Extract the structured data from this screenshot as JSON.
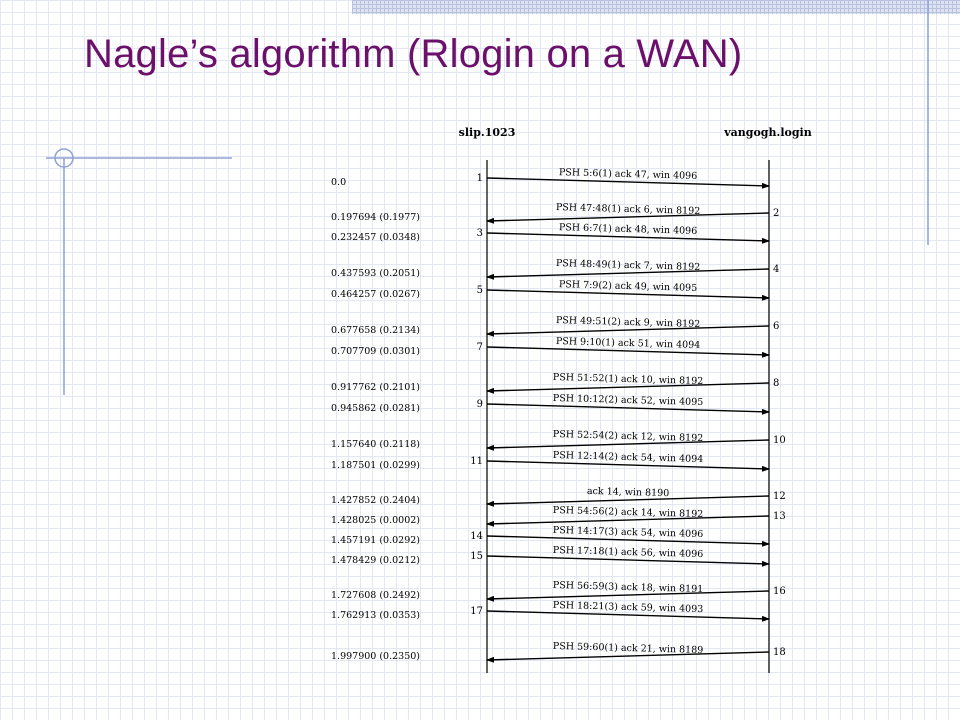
{
  "slide": {
    "title": "Nagle’s algorithm (Rlogin on a WAN)"
  },
  "colors": {
    "title": "#6b106b",
    "accent_lines": "#8fa1d2",
    "background_grid": "#e3e7f3"
  },
  "diagram": {
    "left_host": "slip.1023",
    "right_host": "vangogh.login",
    "segments": [
      {
        "num": "1",
        "time": "0.0",
        "dir": "right",
        "label": "PSH  5:6(1) ack 47, win 4096"
      },
      {
        "num": "2",
        "time": "0.197694 (0.1977)",
        "dir": "left",
        "label": "PSH  47:48(1) ack 6, win 8192"
      },
      {
        "num": "3",
        "time": "0.232457 (0.0348)",
        "dir": "right",
        "label": "PSH  6:7(1) ack 48, win 4096"
      },
      {
        "num": "4",
        "time": "0.437593 (0.2051)",
        "dir": "left",
        "label": "PSH  48:49(1) ack 7, win 8192"
      },
      {
        "num": "5",
        "time": "0.464257 (0.0267)",
        "dir": "right",
        "label": "PSH  7:9(2) ack 49, win 4095"
      },
      {
        "num": "6",
        "time": "0.677658 (0.2134)",
        "dir": "left",
        "label": "PSH  49:51(2) ack 9, win 8192"
      },
      {
        "num": "7",
        "time": "0.707709 (0.0301)",
        "dir": "right",
        "label": "PSH  9:10(1) ack 51, win 4094"
      },
      {
        "num": "8",
        "time": "0.917762 (0.2101)",
        "dir": "left",
        "label": "PSH  51:52(1) ack 10, win 8192"
      },
      {
        "num": "9",
        "time": "0.945862 (0.0281)",
        "dir": "right",
        "label": "PSH  10:12(2) ack 52, win 4095"
      },
      {
        "num": "10",
        "time": "1.157640 (0.2118)",
        "dir": "left",
        "label": "PSH  52:54(2) ack 12, win 8192"
      },
      {
        "num": "11",
        "time": "1.187501 (0.0299)",
        "dir": "right",
        "label": "PSH  12:14(2) ack 54, win 4094"
      },
      {
        "num": "12",
        "time": "1.427852 (0.2404)",
        "dir": "left",
        "label": "ack 14, win 8190"
      },
      {
        "num": "13",
        "time": "1.428025 (0.0002)",
        "dir": "left",
        "label": "PSH  54:56(2) ack 14, win 8192"
      },
      {
        "num": "14",
        "time": "1.457191 (0.0292)",
        "dir": "right",
        "label": "PSH  14:17(3) ack 54, win 4096"
      },
      {
        "num": "15",
        "time": "1.478429 (0.0212)",
        "dir": "right",
        "label": "PSH  17:18(1) ack 56, win 4096"
      },
      {
        "num": "16",
        "time": "1.727608 (0.2492)",
        "dir": "left",
        "label": "PSH  56:59(3) ack 18, win 8191"
      },
      {
        "num": "17",
        "time": "1.762913 (0.0353)",
        "dir": "right",
        "label": "PSH  18:21(3) ack 59, win 4093"
      },
      {
        "num": "18",
        "time": "1.997900 (0.2350)",
        "dir": "left",
        "label": "PSH  59:60(1) ack 21, win 8189"
      }
    ]
  }
}
